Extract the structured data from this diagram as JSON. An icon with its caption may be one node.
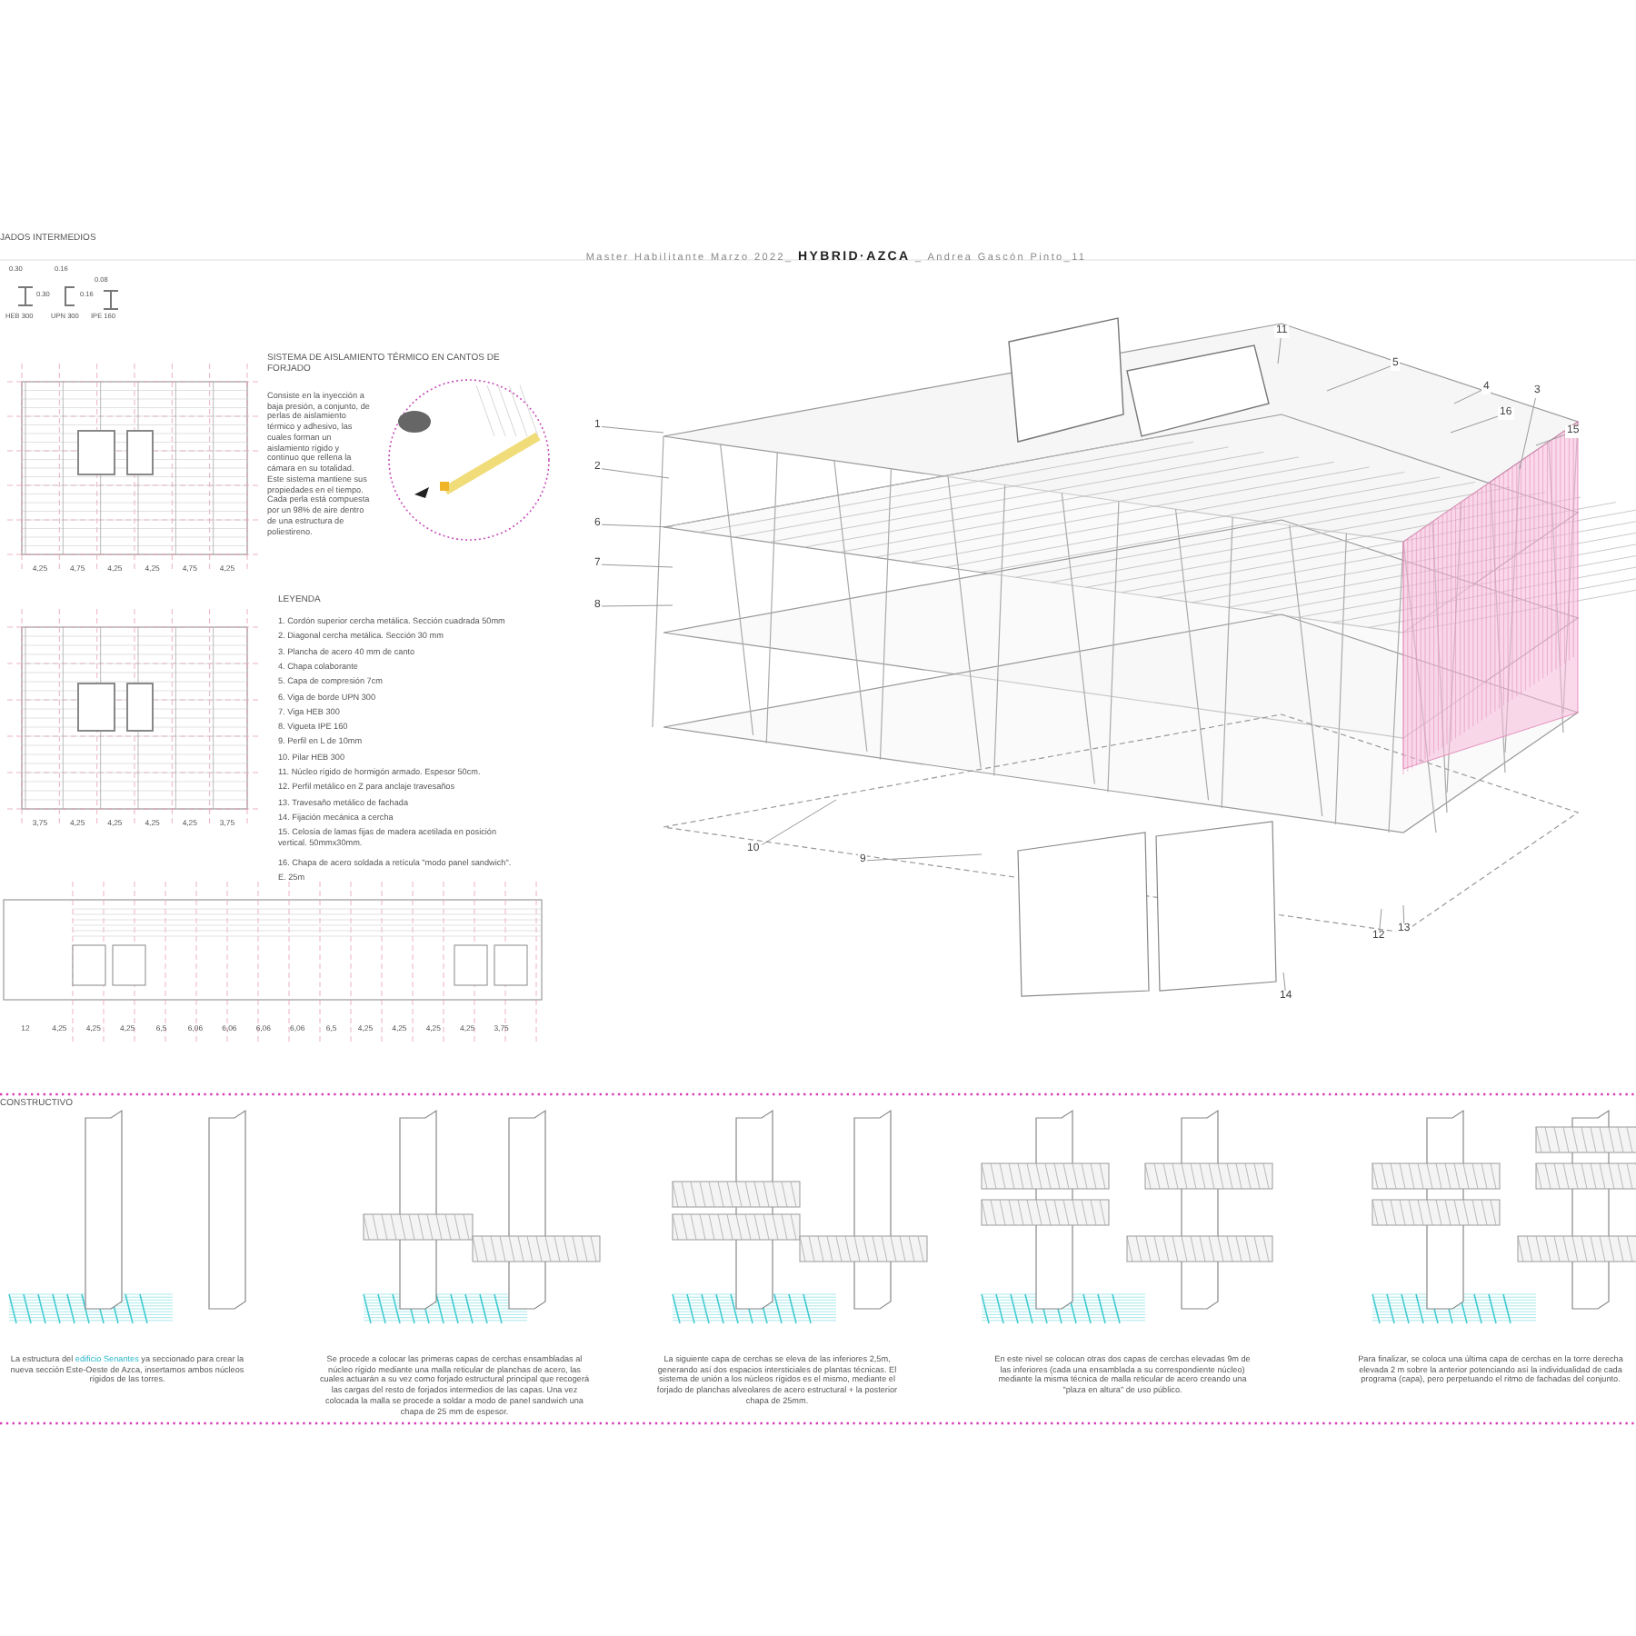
{
  "diagram": {
    "nodes": [
      {
        "text": [
          "1"
        ]
      },
      {
        "text": [
          "2"
        ]
      },
      {
        "text": [
          "6"
        ]
      },
      {
        "text": [
          "7"
        ]
      },
      {
        "text": [
          "8"
        ]
      },
      {
        "text": [
          "11"
        ]
      },
      {
        "text": [
          "5"
        ]
      },
      {
        "text": [
          "4"
        ]
      },
      {
        "text": [
          "3"
        ]
      },
      {
        "text": [
          "16"
        ]
      },
      {
        "text": [
          "15"
        ]
      },
      {
        "text": [
          "10"
        ]
      },
      {
        "text": [
          "9"
        ]
      },
      {
        "text": [
          "12"
        ]
      },
      {
        "text": [
          "13"
        ]
      },
      {
        "text": [
          "14"
        ]
      }
    ],
    "edges": [
      {
        "from": 0,
        "to": null,
        "arrow": "none"
      },
      {
        "from": 1,
        "to": null,
        "arrow": "none"
      },
      {
        "from": 2,
        "to": null,
        "arrow": "none"
      },
      {
        "from": 3,
        "to": null,
        "arrow": "none"
      },
      {
        "from": 4,
        "to": null,
        "arrow": "none"
      },
      {
        "from": 5,
        "to": null,
        "arrow": "none"
      },
      {
        "from": 6,
        "to": null,
        "arrow": "none"
      },
      {
        "from": 7,
        "to": null,
        "arrow": "none"
      },
      {
        "from": 8,
        "to": null,
        "arrow": "none"
      },
      {
        "from": 9,
        "to": null,
        "arrow": "none"
      },
      {
        "from": 10,
        "to": null,
        "arrow": "none"
      },
      {
        "from": 11,
        "to": null,
        "arrow": "none"
      },
      {
        "from": 12,
        "to": null,
        "arrow": "none"
      },
      {
        "from": 13,
        "to": null,
        "arrow": "none"
      },
      {
        "from": 14,
        "to": null,
        "arrow": "none"
      },
      {
        "from": 15,
        "to": null,
        "arrow": "none"
      }
    ],
    "labels": [
      "Master Habilitante Marzo 2022_ **HYBRID·AZCA** _ Andrea Gascón Pinto_11",
      "JADOS INTERMEDIOS",
      "0.30",
      "0.16",
      "0.08",
      "0.30",
      "0.16",
      "HEB 300",
      "UPN 300",
      "IPE 160",
      "SISTEMA DE AISLAMIENTO TÉRMICO EN CANTOS DE FORJADO",
      "Consiste en la inyección a baja presión, a conjunto, de perlas de aislamiento térmico y adhesivo, las cuales forman un aislamiento rígido y continuo que rellena la cámara en su totalidad. Este sistema mantiene sus propiedades en el tiempo. Cada perla está compuesta por un 98% de aire dentro de una estructura de poliestireno.",
      "LEYENDA",
      "1. Cordón superior cercha metálica. Sección cuadrada 50mm",
      "2. Diagonal cercha metálica. Sección 30 mm",
      "3. Plancha de acero 40 mm de canto",
      "4. Chapa colaborante",
      "5. Capa de compresión 7cm",
      "6. Viga de borde UPN 300",
      "7. Viga HEB 300",
      "8. Vigueta IPE 160",
      "9. Perfil en L de 10mm",
      "10. Pilar HEB 300",
      "11. Núcleo rígido de hormigón armado. Espesor 50cm.",
      "12. Perfil metálico en Z para anclaje travesaños",
      "13. Travesaño metálico de fachada",
      "14. Fijación mecánica a cercha",
      "15. Celosía de lamas fijas de madera acetilada en posición vertical. 50mmx30mm.",
      "16. Chapa de acero soldada a retícula \"modo panel sandwich\".",
      "E. 25m",
      "4,25",
      "4,75",
      "4,25",
      "4,25",
      "4,75",
      "4,25",
      "3,75",
      "4,25",
      "4,25",
      "4,25",
      "4,25",
      "3,75",
      "12",
      "4,25",
      "4,25",
      "4,25",
      "6,5",
      "6,06",
      "6,06",
      "6,06",
      "6,06",
      "6,5",
      "4,25",
      "4,25",
      "4,25",
      "4,25",
      "3,75",
      "CONSTRUCTIVO",
      "La estructura del *edificio Senantes* ya seccionado para crear la nueva sección Este-Oeste de Azca, insertamos ambos núcleos rígidos de las torres.",
      "Se procede a colocar las primeras capas de cerchas ensambladas al núcleo rígido mediante una malla reticular de planchas de acero, las cuales actuarán a su vez como forjado estructural principal que recogerá las cargas del resto de forjados intermedios de las capas. Una vez colocada la malla se procede a soldar a modo de panel sandwich una chapa de 25 mm de espesor.",
      "La siguiente capa de cerchas se eleva de las inferiores 2,5m, generando así dos espacios intersticiales de plantas técnicas. El sistema de unión a los núcleos rígidos es el mismo, mediante el forjado de planchas alveolares de acero estructural + la posterior chapa de 25mm.",
      "En este nivel se colocan otras dos capas de cerchas elevadas 9m de las inferiores (cada una ensamblada a su correspondiente núcleo) mediante la misma técnica de malla reticular de acero creando una \"plaza en altura\" de uso público.",
      "Para finalizar, se coloca una última capa de cerchas en la torre derecha elevada 2 m sobre la anterior potenciando así la individualidad de cada programa (capa), pero perpetuando el ritmo de fachadas del conjunto."
    ]
  }
}
